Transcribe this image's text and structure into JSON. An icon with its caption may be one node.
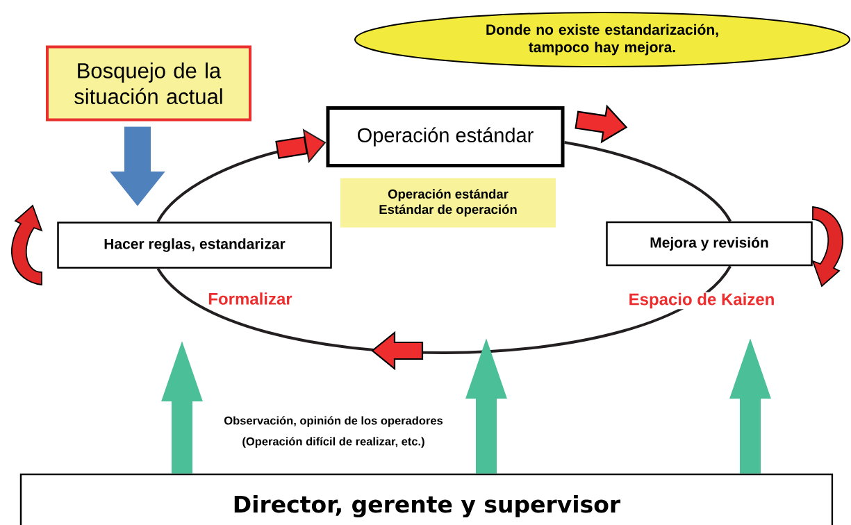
{
  "diagram": {
    "nodes": [
      {
        "text": [
          "Donde no existe estandarización, tampoco hay mejora."
        ]
      },
      {
        "text": [
          "Bosquejo de la situación actual"
        ]
      },
      {
        "text": [
          "Operación estándar"
        ]
      },
      {
        "text": [
          "Operación estándar",
          "Estándar de operación"
        ]
      },
      {
        "text": [
          "Hacer reglas, estandarizar"
        ]
      },
      {
        "text": [
          "Mejora y revisión"
        ]
      },
      {
        "text": [
          "Director, gerente y supervisor"
        ]
      }
    ],
    "edges": [
      {
        "from": 4,
        "to": 2,
        "arrow": "to",
        "color": "#231f20"
      },
      {
        "from": 2,
        "to": 5,
        "arrow": "none",
        "color": "#231f20"
      },
      {
        "from": 5,
        "to": 4,
        "arrow": "none",
        "color": "#231f20"
      },
      {
        "from": 1,
        "to": 4,
        "arrow": "to",
        "color": "#4f81bd"
      },
      {
        "from": 6,
        "to": null,
        "arrow": "to",
        "color": "#4bbf97"
      },
      {
        "from": 6,
        "to": null,
        "arrow": "to",
        "color": "#4bbf97"
      },
      {
        "from": 6,
        "to": null,
        "arrow": "to",
        "color": "#4bbf97"
      }
    ],
    "labels": [
      "Formalizar",
      "Espacio de Kaizen",
      "Observación, opinión de los operadores",
      "(Operación difícil de realizar, etc.)"
    ]
  }
}
